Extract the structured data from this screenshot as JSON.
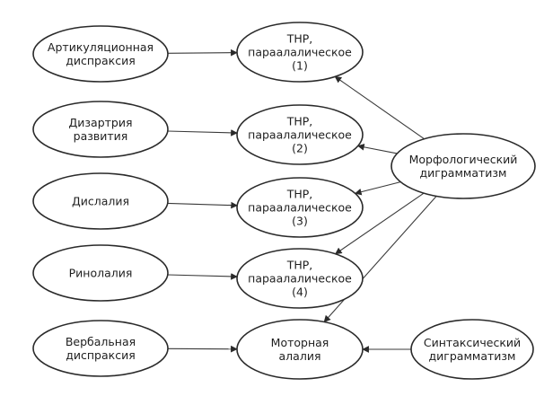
{
  "diagram": {
    "nodes": [
      {
        "id": "artic",
        "lines": [
          "Артикуляционная",
          "диспраксия"
        ]
      },
      {
        "id": "dysarth",
        "lines": [
          "Дизартрия",
          "развития"
        ]
      },
      {
        "id": "dyslal",
        "lines": [
          "Дислалия"
        ]
      },
      {
        "id": "rhinol",
        "lines": [
          "Ринолалия"
        ]
      },
      {
        "id": "verbal",
        "lines": [
          "Вербальная",
          "диспраксия"
        ]
      },
      {
        "id": "thr1",
        "lines": [
          "ТНР,",
          "параалалическое",
          "(1)"
        ]
      },
      {
        "id": "thr2",
        "lines": [
          "ТНР,",
          "параалалическое",
          "(2)"
        ]
      },
      {
        "id": "thr3",
        "lines": [
          "ТНР,",
          "параалалическое",
          "(3)"
        ]
      },
      {
        "id": "thr4",
        "lines": [
          "ТНР,",
          "параалалическое",
          "(4)"
        ]
      },
      {
        "id": "motor",
        "lines": [
          "Моторная",
          "алалия"
        ]
      },
      {
        "id": "morph",
        "lines": [
          "Морфологический",
          "диграмматизм"
        ]
      },
      {
        "id": "synt",
        "lines": [
          "Синтаксический",
          "диграмматизм"
        ]
      }
    ],
    "edges": [
      {
        "from": "artic",
        "to": "thr1"
      },
      {
        "from": "dysarth",
        "to": "thr2"
      },
      {
        "from": "dyslal",
        "to": "thr3"
      },
      {
        "from": "rhinol",
        "to": "thr4"
      },
      {
        "from": "verbal",
        "to": "motor"
      },
      {
        "from": "morph",
        "to": "thr1"
      },
      {
        "from": "morph",
        "to": "thr2"
      },
      {
        "from": "morph",
        "to": "thr3"
      },
      {
        "from": "morph",
        "to": "thr4"
      },
      {
        "from": "morph",
        "to": "motor"
      },
      {
        "from": "synt",
        "to": "motor"
      }
    ]
  }
}
